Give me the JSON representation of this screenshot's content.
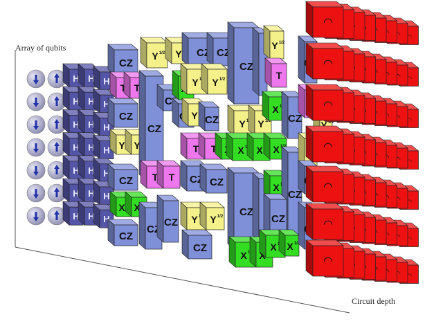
{
  "labels": {
    "y_axis": "Array of qubits",
    "x_axis": "Circuit depth"
  },
  "gate_labels": {
    "hadamard": "H",
    "cz": "CZ",
    "sqrt_y": "Y",
    "sqrt_x": "X",
    "t": "T",
    "half_exp": "1/2",
    "measure_symbol": "◠"
  },
  "colors": {
    "hadamard": "#5555a8",
    "cz": "#7f8fd8",
    "sqrt_y": "#f4f08a",
    "sqrt_x": "#33dd22",
    "t": "#ee77ee",
    "measure": "#ee1111",
    "qubit": "#a9a9c8",
    "arrow": "#2233aa"
  }
}
